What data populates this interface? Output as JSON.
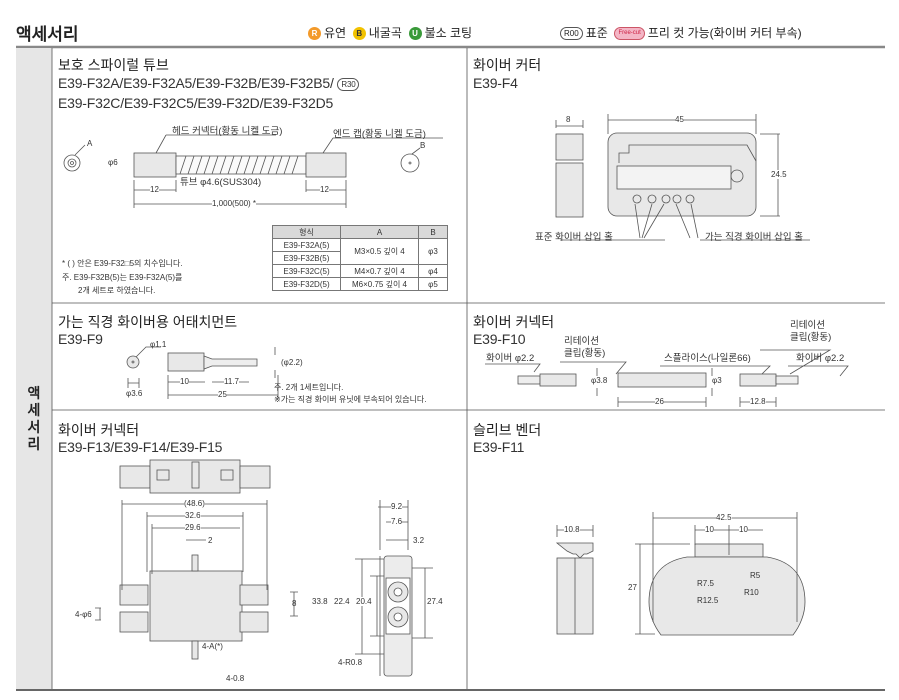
{
  "header": {
    "title": "액세서리",
    "legend": [
      {
        "icon": "R",
        "label": "유연",
        "color": "#f39a2a"
      },
      {
        "icon": "B",
        "label": "내굴곡",
        "color": "#f2c200"
      },
      {
        "icon": "U",
        "label": "불소 코팅",
        "color": "#3a9a3a"
      }
    ],
    "standard": {
      "icon": "R00",
      "label": "표준"
    },
    "freecut": {
      "icon": "Free-cut",
      "label": "프리 컷 가능(화이버 커터 부속)",
      "color": "#f4b6c6"
    }
  },
  "side_label": [
    "액",
    "세",
    "서",
    "리"
  ],
  "s1": {
    "title": "보호 스파이럴 튜브",
    "models1": "E39-F32A/E39-F32A5/E39-F32B/E39-F32B5/",
    "badge": "R30",
    "models2": "E39-F32C/E39-F32C5/E39-F32D/E39-F32D5",
    "lbl_a": "A",
    "lbl_b": "B",
    "phi6": "φ6",
    "head": "헤드 커넥터(황동 니켈 도금)",
    "end": "엔드 캡(황동 니켈 도금)",
    "tube": "튜브 φ4.6(SUS304)",
    "d12a": "12",
    "d12b": "12",
    "total": "1,000(500) *",
    "note1": "* ( ) 안은 E39-F32□5의 치수입니다.",
    "note2": "주. E39-F32B(5)는 E39-F32A(5)를",
    "note3": "2개 세트로 하였습니다.",
    "table": {
      "headers": [
        "형식",
        "A",
        "B"
      ],
      "rows": [
        [
          "E39-F32A(5)",
          "M3×0.5 깊이 4",
          "φ3"
        ],
        [
          "E39-F32B(5)",
          "",
          ""
        ],
        [
          "E39-F32C(5)",
          "M4×0.7 깊이 4",
          "φ4"
        ],
        [
          "E39-F32D(5)",
          "M6×0.75 깊이 4",
          "φ5"
        ]
      ]
    }
  },
  "s2": {
    "title": "화이버 커터",
    "model": "E39-F4",
    "d8": "8",
    "d45": "45",
    "d245": "24.5",
    "std_hole": "표준 화이버 삽입 홀",
    "thin_hole": "가는 직경 화이버 삽입 홀"
  },
  "s3": {
    "title": "가는 직경 화이버용 어태치먼트",
    "model": "E39-F9",
    "phi11": "φ1.1",
    "phi36": "φ3.6",
    "d10": "10",
    "d117": "11.7",
    "d25": "25",
    "phi22": "(φ2.2)",
    "note1": "주. 2개 1세트입니다.",
    "note2": "※가는 직경 화이버 유닛에 부속되어 있습니다."
  },
  "s4": {
    "title": "화이버 커넥터",
    "model": "E39-F10",
    "fiber_l": "화이버 φ2.2",
    "clip_l1": "리테이션",
    "clip_l2": "클립(황동)",
    "splice": "스플라이스(나일론66)",
    "clip_r1": "리테이션",
    "clip_r2": "클립(황동)",
    "fiber_r": "화이버 φ2.2",
    "phi38": "φ3.8",
    "phi3": "φ3",
    "d26": "26",
    "d128": "12.8"
  },
  "s5": {
    "title": "화이버 커넥터",
    "model": "E39-F13/E39-F14/E39-F15",
    "d486": "(48.6)",
    "d326": "32.6",
    "d296": "29.6",
    "d2": "2",
    "d8": "8",
    "phi6": "4-φ6",
    "a": "4-A(*)",
    "d08": "4-0.8",
    "d92": "9.2",
    "d76": "7.6",
    "d32": "3.2",
    "d338": "33.8",
    "d224": "22.4",
    "d204": "20.4",
    "d274": "27.4",
    "r08": "4-R0.8"
  },
  "s6": {
    "title": "슬리브 벤더",
    "model": "E39-F11",
    "d108": "10.8",
    "d425": "42.5",
    "d10a": "10",
    "d10b": "10",
    "d27": "27",
    "r75": "R7.5",
    "r125": "R12.5",
    "r5": "R5",
    "r10": "R10"
  }
}
